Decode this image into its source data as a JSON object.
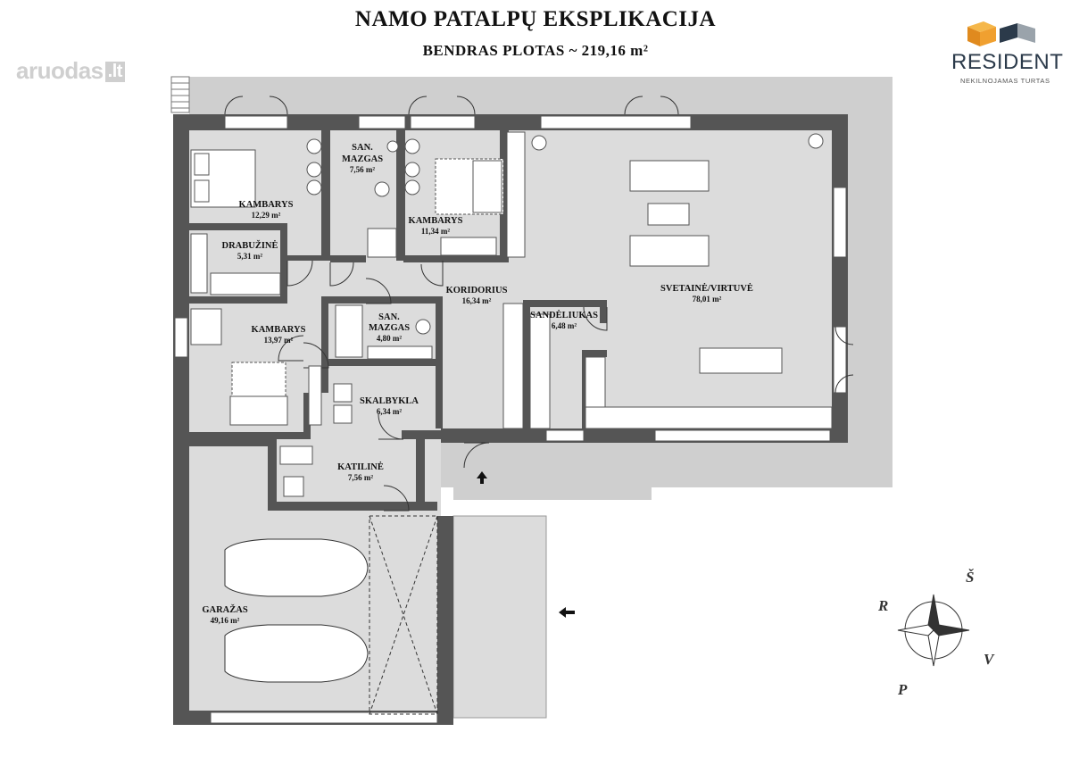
{
  "title": "NAMO PATALPŲ EKSPLIKACIJA",
  "subtitle": "BENDRAS PLOTAS ~ 219,16 m²",
  "watermark": {
    "text": "aruodas",
    "suffix": ".lt"
  },
  "logo": {
    "name": "RESIDENT",
    "tagline": "NEKILNOJAMAS TURTAS",
    "colors": [
      "#f0a030",
      "#2b3a4a",
      "#9aa3ab"
    ]
  },
  "colors": {
    "wall": "#555555",
    "floor": "#dcdcdc",
    "terrace": "#cfcfcf",
    "line": "#333333"
  },
  "rooms": [
    {
      "id": "kambarys1",
      "name": "KAMBARYS",
      "area": "12,29 m²"
    },
    {
      "id": "sanmazgas1",
      "name": "SAN.",
      "name2": "MAZGAS",
      "area": "7,56 m²"
    },
    {
      "id": "kambarys2",
      "name": "KAMBARYS",
      "area": "11,34 m²"
    },
    {
      "id": "drabuzine",
      "name": "DRABUŽINĖ",
      "area": "5,31 m²"
    },
    {
      "id": "koridorius",
      "name": "KORIDORIUS",
      "area": "16,34 m²"
    },
    {
      "id": "svetaine",
      "name": "SVETAINĖ/VIRTUVĖ",
      "area": "78,01 m²"
    },
    {
      "id": "kambarys3",
      "name": "KAMBARYS",
      "area": "13,97 m²"
    },
    {
      "id": "sanmazgas2",
      "name": "SAN.",
      "name2": "MAZGAS",
      "area": "4,80 m²"
    },
    {
      "id": "sandeliukas",
      "name": "SANDĖLIUKAS",
      "area": "6,48 m²"
    },
    {
      "id": "skalbykla",
      "name": "SKALBYKLA",
      "area": "6,34 m²"
    },
    {
      "id": "katiline",
      "name": "KATILINĖ",
      "area": "7,56 m²"
    },
    {
      "id": "garazas",
      "name": "GARAŽAS",
      "area": "49,16 m²"
    }
  ],
  "compass": {
    "N": "Š",
    "S": "P",
    "E": "R",
    "W": "V"
  }
}
